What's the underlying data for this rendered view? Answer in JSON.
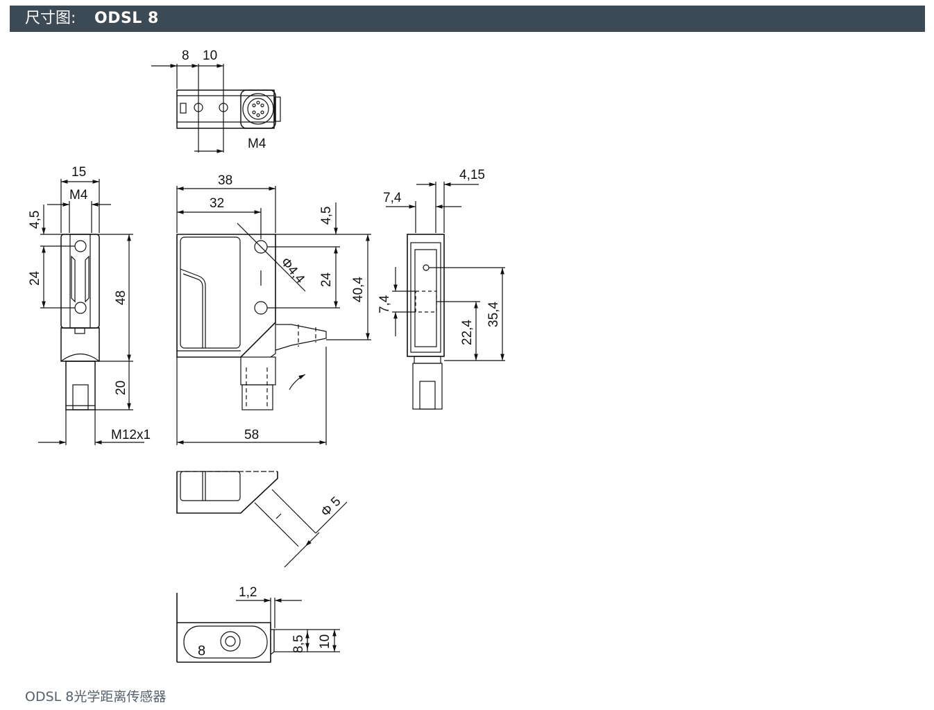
{
  "header": {
    "title_prefix": "尺寸图:",
    "title_model": "ODSL 8"
  },
  "dimensions": {
    "top_view": {
      "a": "8",
      "b": "10",
      "thread": "M4"
    },
    "side_view": {
      "width": "15",
      "thread": "M4",
      "top_offset": "4,5",
      "hole_spacing": "24",
      "height": "48",
      "connector_length": "20",
      "connector_thread": "M12x1"
    },
    "front_view": {
      "width": "38",
      "hole_offset": "32",
      "hole_diameter": "Φ4,4",
      "top_offset": "4,5",
      "hole_spacing": "24",
      "height": "40,4",
      "total_width": "58"
    },
    "rear_view": {
      "a": "7,4",
      "b": "4,15",
      "c": "7,4",
      "d": "22,4",
      "e": "35,4"
    },
    "cable_view": {
      "diameter": "Φ 5"
    },
    "bottom_view": {
      "a": "1,2",
      "b": "8,5",
      "c": "10"
    }
  },
  "caption": "ODSL 8光学距离传感器"
}
